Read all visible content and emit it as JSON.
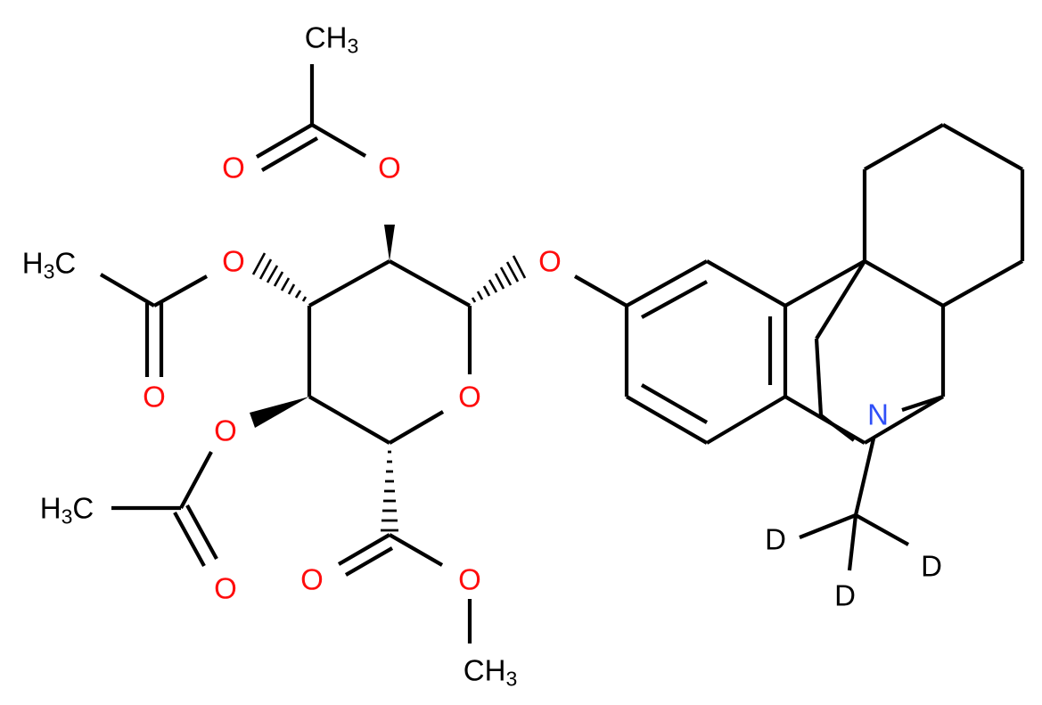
{
  "molecule": {
    "description": "Dextrorphan-d3 glucuronide triacetate methyl ester",
    "colors": {
      "carbon": "#000000",
      "oxygen": "#ff0d0d",
      "nitrogen": "#3050f8",
      "deuterium": "#000000"
    },
    "labels": {
      "top_ch3": {
        "main": "CH",
        "sub": "3"
      },
      "top_carbonyl_o": "O",
      "top_ester_o": "O",
      "left_h3c": {
        "pre": "H",
        "sub": "3",
        "post": "C"
      },
      "left_ester_o": "O",
      "left_carbonyl_o": "O",
      "glycosidic_o": "O",
      "ring_o": "O",
      "bottom_left_ester_o": "O",
      "bottom_left_h3c": {
        "pre": "H",
        "sub": "3",
        "post": "C"
      },
      "bottom_left_carbonyl_o": "O",
      "methyl_ester_carbonyl_o": "O",
      "methyl_ester_o": "O",
      "methyl_ester_ch3": {
        "main": "CH",
        "sub": "3"
      },
      "nitrogen": "N",
      "deuterium_1": "D",
      "deuterium_2": "D",
      "deuterium_3": "D"
    }
  }
}
